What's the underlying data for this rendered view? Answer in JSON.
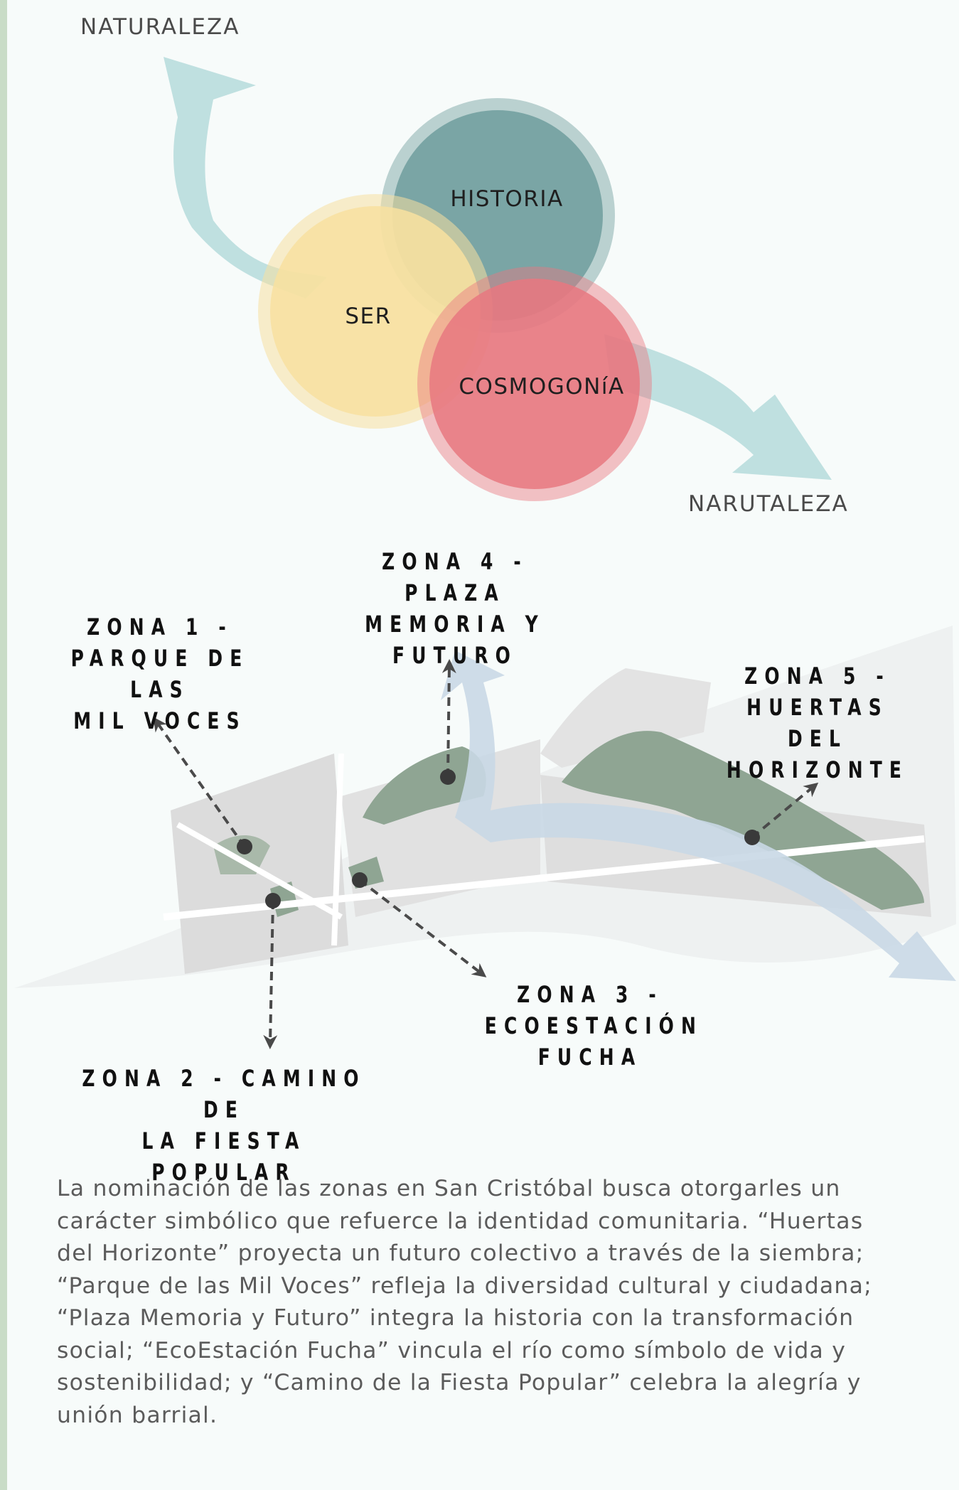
{
  "flow_labels": {
    "top": "NATURALEZA",
    "bottom": "NARUTALEZA"
  },
  "circles": [
    {
      "id": "historia",
      "label": "HISTORIA",
      "color": "#6f9d9e"
    },
    {
      "id": "ser",
      "label": "SER",
      "color": "#f8e0a0"
    },
    {
      "id": "cosmogonia",
      "label": "COSMOGONíA",
      "color": "#e87880"
    }
  ],
  "zones": [
    {
      "id": "zona-1",
      "lines": [
        "ZONA 1 -",
        "PARQUE DE LAS",
        "MIL VOCES"
      ]
    },
    {
      "id": "zona-2",
      "lines": [
        "ZONA 2 - CAMINO DE",
        "LA FIESTA POPULAR"
      ]
    },
    {
      "id": "zona-3",
      "lines": [
        "ZONA 3 -",
        "ECOESTACIÓN",
        "FUCHA"
      ]
    },
    {
      "id": "zona-4",
      "lines": [
        "ZONA 4 - PLAZA",
        "MEMORIA Y",
        "FUTURO"
      ]
    },
    {
      "id": "zona-5",
      "lines": [
        "ZONA 5 -",
        "HUERTAS DEL",
        "HORIZONTE"
      ]
    }
  ],
  "description": [
    "La nominación de las zonas en San Cristóbal busca otorgarles un",
    "carácter simbólico que refuerce la identidad comunitaria. “Huertas",
    "del Horizonte” proyecta un futuro colectivo a través de la siembra;",
    "“Parque de las Mil Voces” refleja la diversidad cultural y ciudadana;",
    "“Plaza Memoria y Futuro” integra la historia con la transformación",
    "social; “EcoEstación Fucha” vincula el río como símbolo de vida y",
    "sostenibilidad; y “Camino de la Fiesta Popular” celebra la alegría y",
    "unión barrial."
  ],
  "colors": {
    "flow_arrow": "#bfe0e0",
    "river": "#c9d8e6",
    "green_zone": "#8fa593",
    "urban": "#dcdcdc",
    "dashed_arrow": "#4a4a4a"
  }
}
